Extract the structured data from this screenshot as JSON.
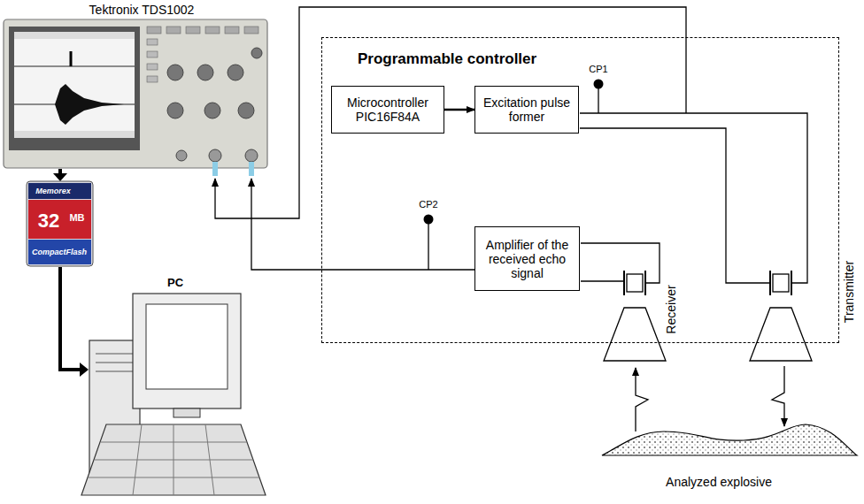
{
  "diagram": {
    "nodes": [
      {
        "text": [
          "Programmable controller"
        ]
      },
      {
        "text": [
          "Microcontroller PIC16F84A"
        ],
        "in": 0
      },
      {
        "text": [
          "Excitation pulse former"
        ],
        "in": 0
      },
      {
        "text": [
          "Amplifier of the received echo signal"
        ],
        "in": 0
      }
    ],
    "edges": [
      {
        "from": 1,
        "to": 2,
        "arrow": "to"
      }
    ],
    "labels": [
      "Tektronix TDS1002",
      "Memorex",
      "32",
      "MB",
      "CompactFlash",
      "PC",
      "CP1",
      "CP2",
      "Receiver",
      "Transmitter",
      "Analyzed explosive"
    ]
  }
}
